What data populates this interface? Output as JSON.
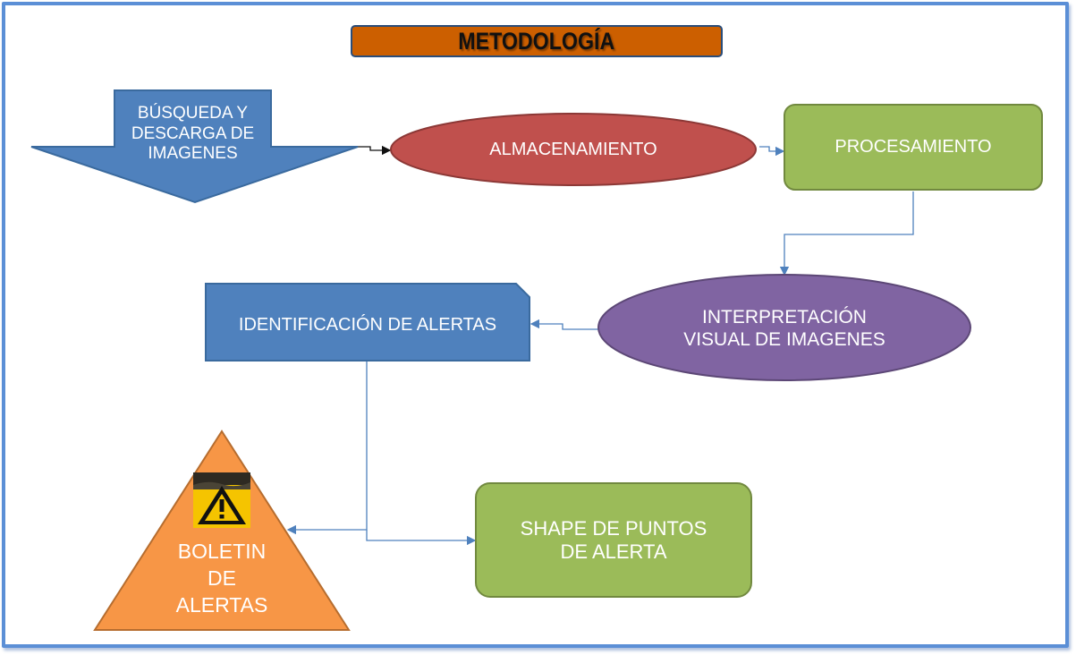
{
  "title": "METODOLOGÍA",
  "nodes": {
    "busqueda": {
      "label_lines": [
        "BÚSQUEDA Y",
        "DESCARGA DE",
        "IMAGENES"
      ]
    },
    "almacenamiento": {
      "label": "ALMACENAMIENTO"
    },
    "procesamiento": {
      "label": "PROCESAMIENTO"
    },
    "interpretacion": {
      "label_lines": [
        "INTERPRETACIÓN",
        "VISUAL DE IMAGENES"
      ]
    },
    "identificacion": {
      "label": "IDENTIFICACIÓN DE ALERTAS"
    },
    "shape": {
      "label_lines": [
        "SHAPE DE PUNTOS",
        "DE ALERTA"
      ]
    },
    "boletin": {
      "label_lines": [
        "BOLETIN",
        "DE",
        "ALERTAS"
      ]
    }
  },
  "icons": [
    "warning-icon"
  ],
  "colors": {
    "frame": "#5b8fd6",
    "title_fill": "#cc5f00",
    "blue": "#4f81bd",
    "red": "#c0504d",
    "green": "#9bbb59",
    "purple": "#8064a2",
    "orange": "#f79646",
    "connector": "#4f81bd"
  }
}
